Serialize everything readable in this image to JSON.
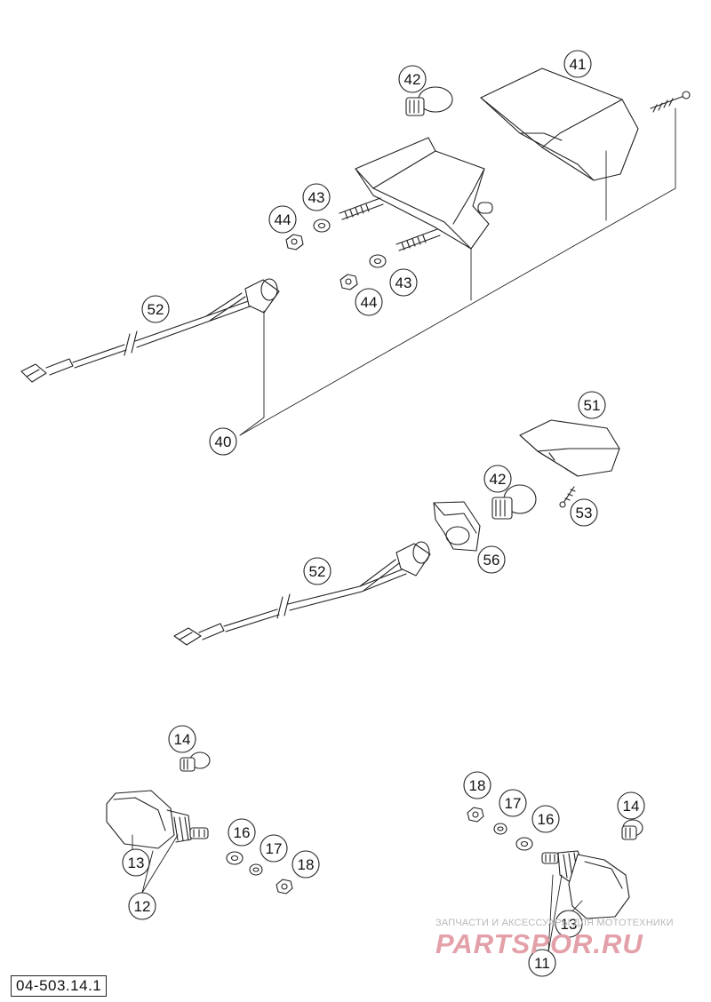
{
  "diagram": {
    "code": "04-503.14.1",
    "callouts": [
      {
        "id": "c41-a",
        "label": "41"
      },
      {
        "id": "c42-a",
        "label": "42"
      },
      {
        "id": "c43-a",
        "label": "43"
      },
      {
        "id": "c44-a",
        "label": "44"
      },
      {
        "id": "c43-b",
        "label": "43"
      },
      {
        "id": "c44-b",
        "label": "44"
      },
      {
        "id": "c52-a",
        "label": "52"
      },
      {
        "id": "c40",
        "label": "40"
      },
      {
        "id": "c51",
        "label": "51"
      },
      {
        "id": "c42-b",
        "label": "42"
      },
      {
        "id": "c53",
        "label": "53"
      },
      {
        "id": "c56",
        "label": "56"
      },
      {
        "id": "c52-b",
        "label": "52"
      },
      {
        "id": "c14-a",
        "label": "14"
      },
      {
        "id": "c16-a",
        "label": "16"
      },
      {
        "id": "c17-a",
        "label": "17"
      },
      {
        "id": "c18-a",
        "label": "18"
      },
      {
        "id": "c13-a",
        "label": "13"
      },
      {
        "id": "c12",
        "label": "12"
      },
      {
        "id": "c18-b",
        "label": "18"
      },
      {
        "id": "c17-b",
        "label": "17"
      },
      {
        "id": "c16-b",
        "label": "16"
      },
      {
        "id": "c14-b",
        "label": "14"
      },
      {
        "id": "c13-b",
        "label": "13"
      },
      {
        "id": "c11",
        "label": "11"
      }
    ]
  },
  "watermark": {
    "caption": "ЗАПЧАСТИ И АКСЕССУАРЫ ДЛЯ МОТОТЕХНИКИ",
    "brand": "PARTSPOR.RU",
    "brand_color": "#e3a0a8"
  }
}
